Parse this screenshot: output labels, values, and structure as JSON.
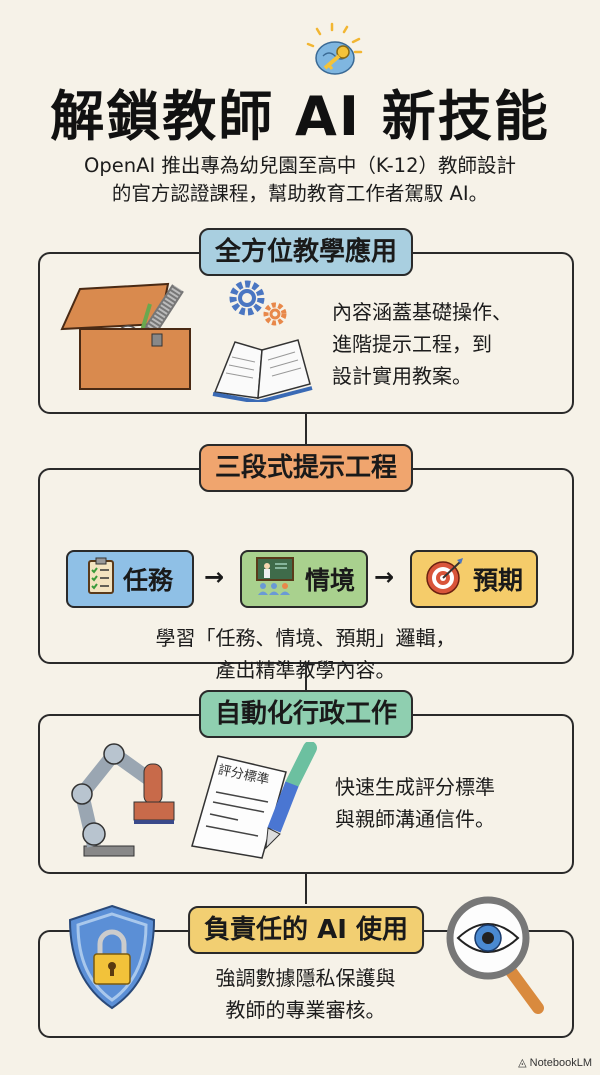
{
  "header": {
    "title": "解鎖教師 AI 新技能",
    "subtitle_line1": "OpenAI 推出專為幼兒園至高中（K-12）教師設計",
    "subtitle_line2": "的官方認證課程，幫助教育工作者駕馭 AI。",
    "icon": "brain-key-icon"
  },
  "sections": [
    {
      "tag": "全方位教學應用",
      "tag_color": "#a9cfe0",
      "text_lines": [
        "內容涵蓋基礎操作、",
        "進階提示工程，到",
        "設計實用教案。"
      ],
      "icons": [
        "toolbox-icon",
        "gears-icon",
        "open-book-icon"
      ]
    },
    {
      "tag": "三段式提示工程",
      "tag_color": "#f0a56e",
      "steps": [
        {
          "label": "任務",
          "icon": "clipboard-checklist-icon",
          "color": "#8fc0e6"
        },
        {
          "label": "情境",
          "icon": "classroom-teacher-icon",
          "color": "#a9d18e"
        },
        {
          "label": "預期",
          "icon": "target-dart-icon",
          "color": "#f5cc6a"
        }
      ],
      "arrow": "→",
      "text_lines": [
        "學習「任務、情境、預期」邏輯，",
        "產出精準教學內容。"
      ]
    },
    {
      "tag": "自動化行政工作",
      "tag_color": "#8fcfb0",
      "text_lines": [
        "快速生成評分標準",
        "與親師溝通信件。"
      ],
      "doc_label": "評分標準",
      "icons": [
        "robot-arm-stamp-icon",
        "document-icon",
        "pen-icon"
      ]
    },
    {
      "tag": "負責任的 AI 使用",
      "tag_color": "#f2cf72",
      "text_lines": [
        "強調數據隱私保護與",
        "教師的專業審核。"
      ],
      "icons": [
        "shield-lock-icon",
        "magnifier-eye-icon"
      ]
    }
  ],
  "footer": {
    "brand": "NotebookLM"
  }
}
